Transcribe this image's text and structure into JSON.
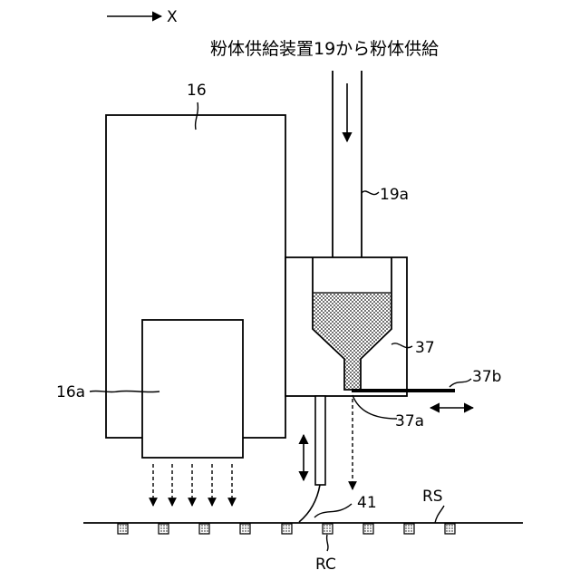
{
  "direction_label": "X",
  "supply_text": "粉体供給装置19から粉体供給",
  "labels": {
    "head": "16",
    "head_unit": "16a",
    "pipe": "19a",
    "container": "37",
    "shutter": "37b",
    "outlet": "37a",
    "nozzle": "41",
    "surface": "RS",
    "cell": "RC"
  },
  "colors": {
    "line": "#000000",
    "powder_fill": "#d6d6d6"
  }
}
